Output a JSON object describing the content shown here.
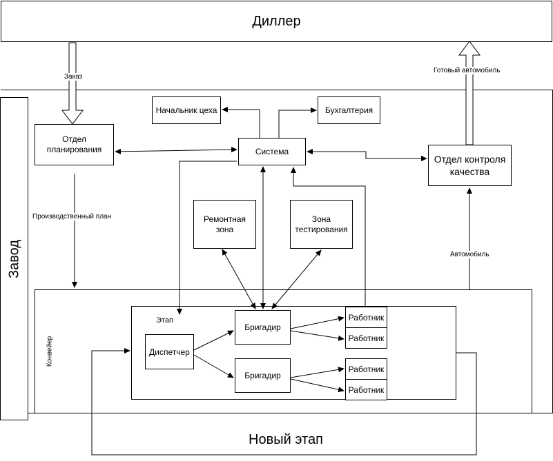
{
  "dealer": "Диллер",
  "factory": "Завод",
  "planning_dept": "Отдел планирования",
  "head_of_shop": "Начальник цеха",
  "accounting": "Бухгалтерия",
  "system": "Система",
  "qc_dept": "Отдел контроля качества",
  "repair_zone": "Ремонтная зона",
  "test_zone": "Зона тестирования",
  "conveyor": "Конвейер",
  "stage": "Этап",
  "dispatcher": "Диспетчер",
  "foreman": "Бригадир",
  "worker": "Работник",
  "new_stage": "Новый этап",
  "order": "Заказ",
  "finished_car": "Готовый автомобиль",
  "production_plan": "Производственный план",
  "car": "Автомобиль"
}
